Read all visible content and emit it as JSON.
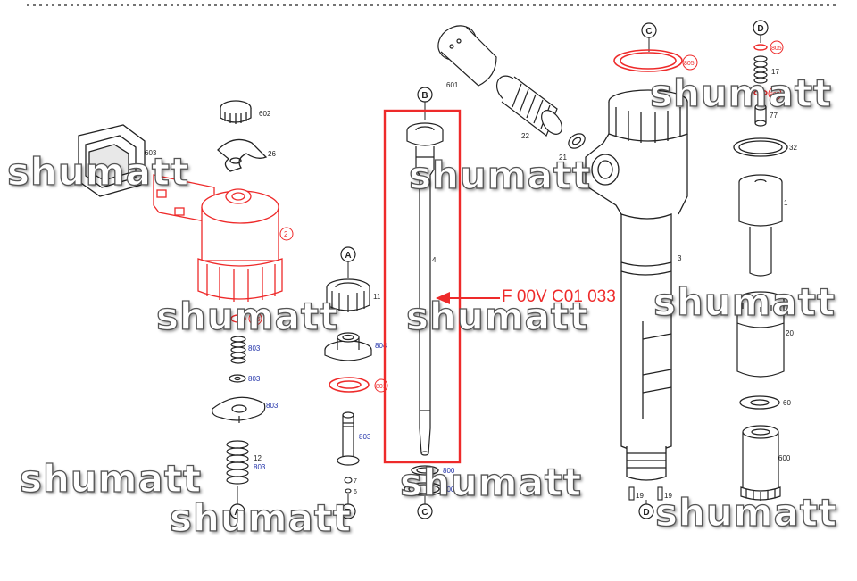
{
  "watermark": "shumatt",
  "part_number": "F 00V C01 033",
  "circle_labels": [
    "A",
    "B",
    "C",
    "D"
  ],
  "labels": {
    "l602": "602",
    "l603": "603",
    "l26": "26",
    "l2": "2",
    "l805": "805",
    "l803": "803",
    "l12": "12",
    "l11": "11",
    "l804": "804",
    "l801": "801",
    "l7": "7",
    "l6": "6",
    "l601": "601",
    "l22": "22",
    "l21": "21",
    "l4": "4",
    "l800": "800",
    "l3": "3",
    "l19": "19",
    "l17": "17",
    "l77": "77",
    "l32": "32",
    "l1": "1",
    "l20": "20",
    "l60": "60",
    "l600": "600"
  },
  "colors": {
    "line": "#222222",
    "highlight": "#ee2a2a",
    "blue_label": "#2233aa"
  }
}
